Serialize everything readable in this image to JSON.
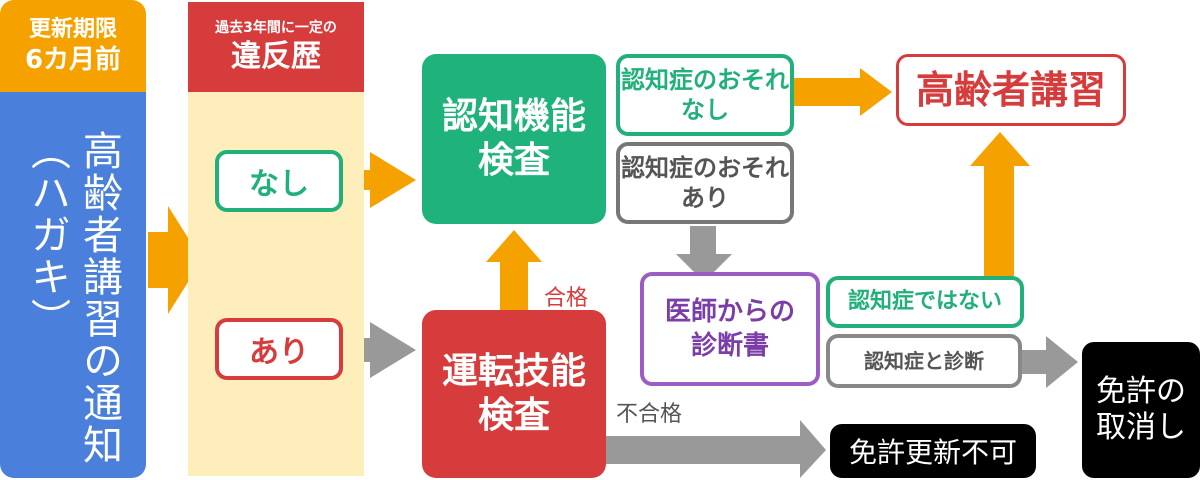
{
  "colors": {
    "orange": "#f5a200",
    "blue": "#4a7fdb",
    "red": "#d63c3c",
    "green": "#1fb27a",
    "cream": "#fdeebb",
    "gray": "#999999",
    "purple": "#9b5cc4",
    "black": "#000000"
  },
  "notice": {
    "deadline_line1": "更新期限",
    "deadline_line2": "6カ月前",
    "title": "高齢者講習の通知",
    "subtitle": "（ハガキ）"
  },
  "violation": {
    "header_small": "過去3年間に一定の",
    "header_big": "違反歴",
    "none": "なし",
    "present": "あり"
  },
  "tests": {
    "cognitive_line1": "認知機能",
    "cognitive_line2": "検査",
    "driving_line1": "運転技能",
    "driving_line2": "検査",
    "pass_label": "合格",
    "fail_label": "不合格"
  },
  "results": {
    "no_risk_line1": "認知症のおそれ",
    "no_risk_line2": "なし",
    "risk_line1": "認知症のおそれ",
    "risk_line2": "あり",
    "doctor_line1": "医師からの",
    "doctor_line2": "診断書",
    "not_dementia": "認知症ではない",
    "dementia": "認知症と診断"
  },
  "outcomes": {
    "lecture": "高齢者講習",
    "no_renewal": "免許更新不可",
    "revoke_line1": "免許の",
    "revoke_line2": "取消し"
  }
}
